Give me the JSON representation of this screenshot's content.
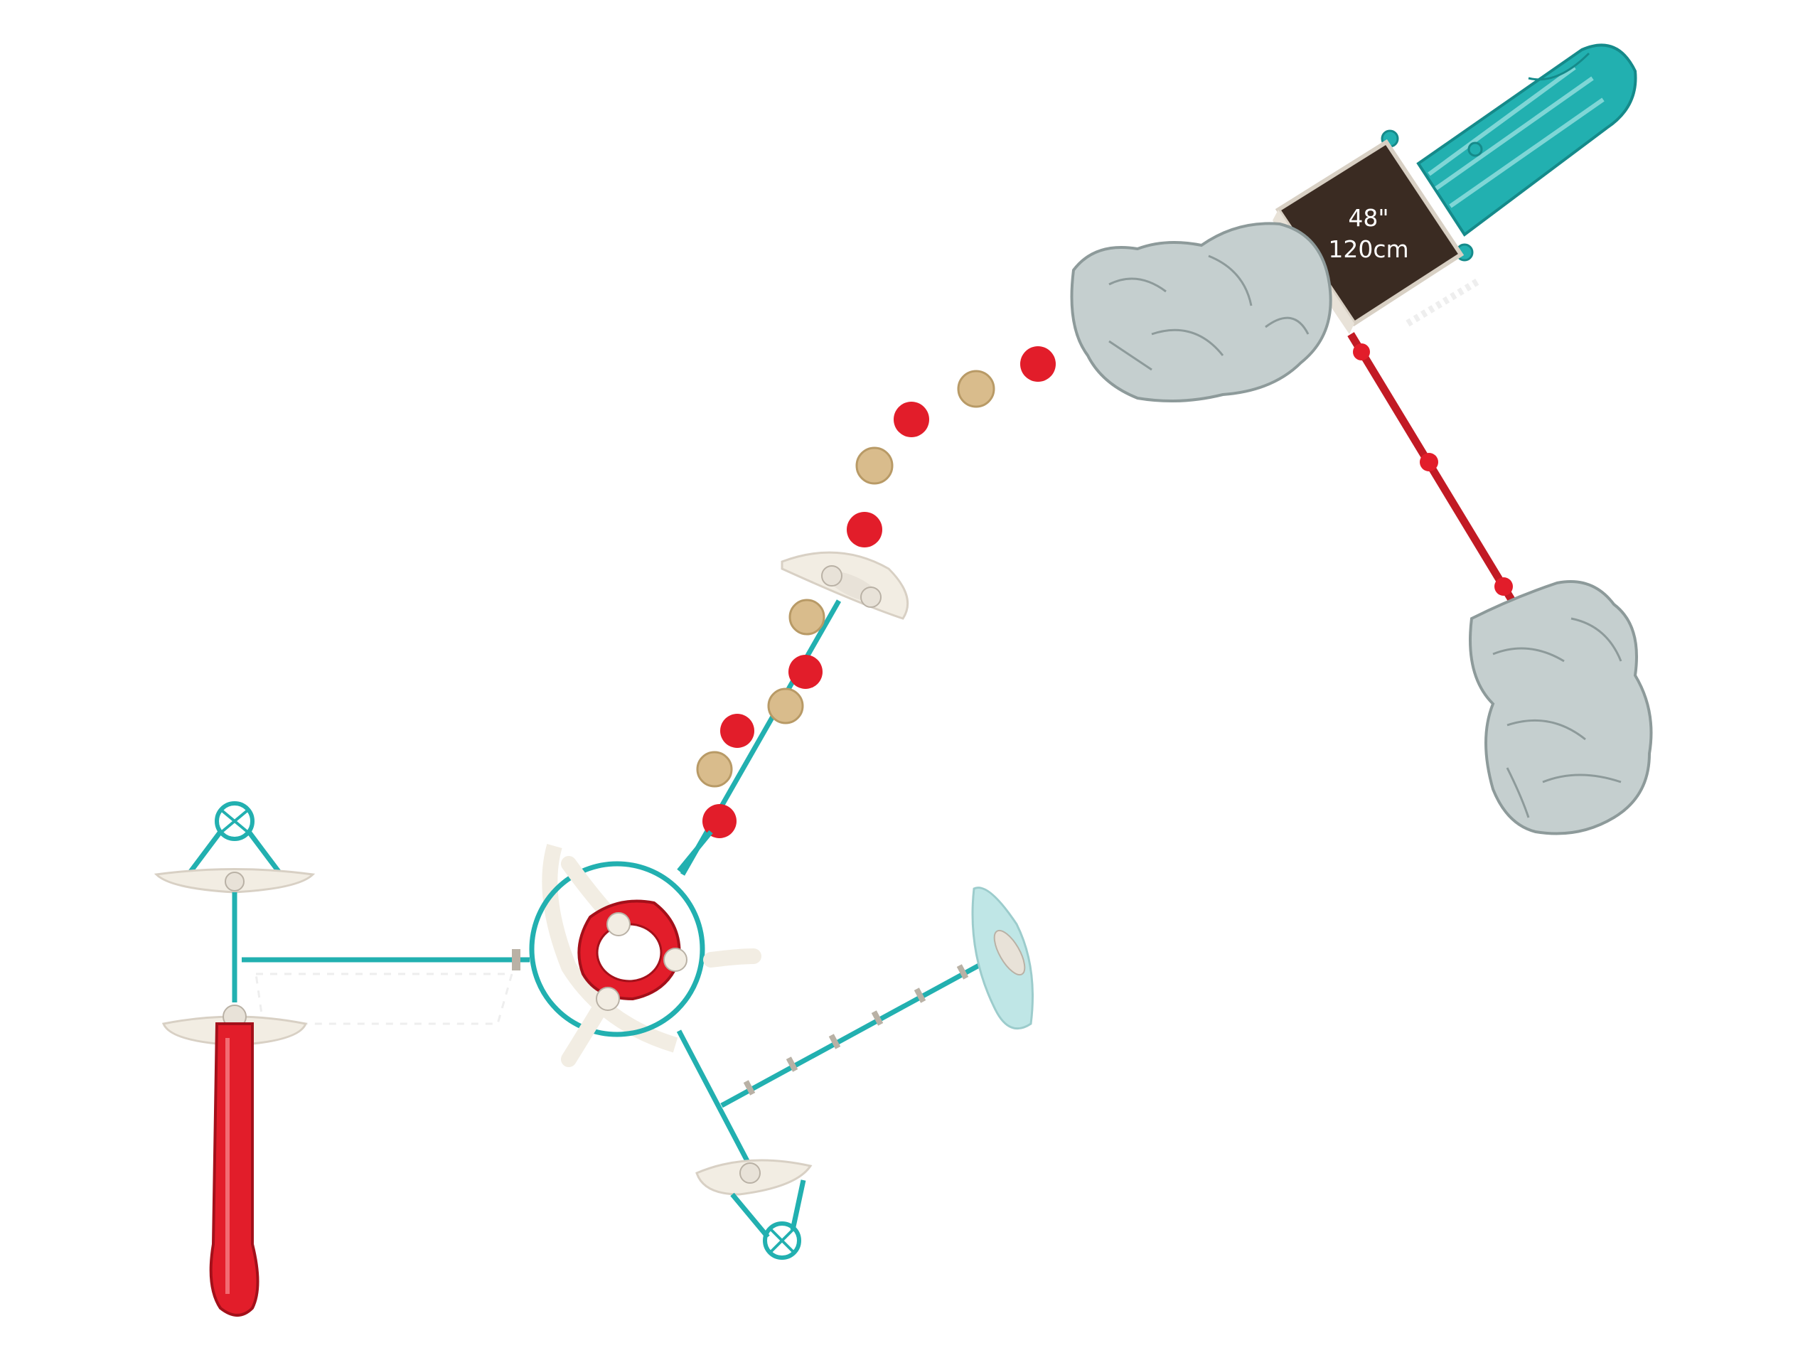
{
  "deck_label": {
    "height_in": "48\"",
    "height_cm": "120cm"
  },
  "colors": {
    "teal": "#22b0b0",
    "teal_dark": "#158a8a",
    "red": "#e21d2a",
    "red_dark": "#a3101a",
    "tan": "#d9bc8c",
    "rock": "#c5cfcf",
    "rock_dark": "#8d9a9a",
    "deck": "#3a2b22",
    "cream": "#f2ede3",
    "ramp_shadow": "#bfe6e6"
  },
  "components": {
    "upper_slide": "teal-wave-slide",
    "lower_slide": "red-tube-slide",
    "stepping_path": "alternating-red-and-tan-stepping-pods",
    "boulders": "climbing-boulders",
    "spinners": "net-spinner-stations",
    "central_ring": "hub-ring-with-red-climber"
  }
}
